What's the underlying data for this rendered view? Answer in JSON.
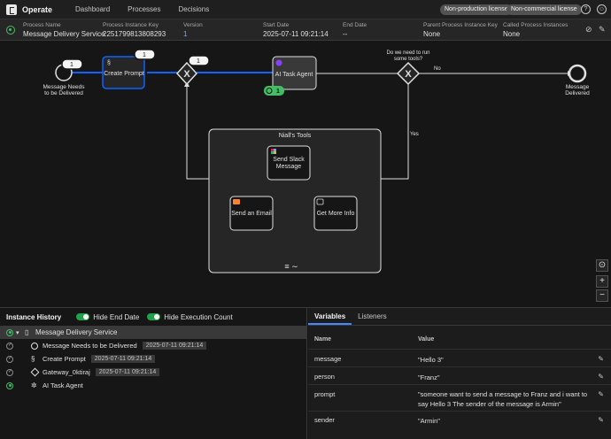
{
  "app": {
    "name": "Operate"
  },
  "nav": [
    "Dashboard",
    "Processes",
    "Decisions"
  ],
  "licenses": [
    "Non-production license",
    "Non-commercial license"
  ],
  "header_icons": [
    "help-icon",
    "user-icon"
  ],
  "instance": {
    "process_name_label": "Process Name",
    "process_name": "Message Delivery Service",
    "key_label": "Process Instance Key",
    "key": "2251799813808293",
    "version_label": "Version",
    "version": "1",
    "start_label": "Start Date",
    "start": "2025-07-11 09:21:14",
    "end_label": "End Date",
    "end": "--",
    "parent_label": "Parent Process Instance Key",
    "parent": "None",
    "called_label": "Called Process Instances",
    "called": "None"
  },
  "diagram": {
    "start_event_label": "Message Needs to be Delivered",
    "start_label_line1": "Message Needs",
    "start_label_line2": "to be Delivered",
    "task_prompt": "Create Prompt",
    "agent": "AI Task Agent",
    "gateway_question_line1": "Do we need to run",
    "gateway_question_line2": "some tools?",
    "no_label": "No",
    "yes_label": "Yes",
    "end_label_line1": "Message",
    "end_label_line2": "Delivered",
    "subprocess_title": "Niall's Tools",
    "tool_slack_line1": "Send Slack",
    "tool_slack_line2": "Message",
    "tool_email": "Send an Email",
    "tool_info": "Get More Info",
    "badge_start": "1",
    "badge_prompt": "1",
    "badge_gateway": "1",
    "badge_agent_active": "1",
    "subprocess_marker": "≡ ∼"
  },
  "zoom_controls": [
    "⊙",
    "+",
    "−"
  ],
  "history": {
    "title": "Instance History",
    "toggle_end": "Hide End Date",
    "toggle_exec": "Hide Execution Count",
    "root": "Message Delivery Service",
    "items": [
      {
        "label": "Message Needs to be Delivered",
        "time": "2025-07-11 09:21:14"
      },
      {
        "label": "Create Prompt",
        "time": "2025-07-11 09:21:14"
      },
      {
        "label": "Gateway_0ktiraj",
        "time": "2025-07-11 09:21:14"
      },
      {
        "label": "AI Task Agent",
        "time": ""
      }
    ]
  },
  "variables": {
    "tabs": [
      "Variables",
      "Listeners"
    ],
    "col_name": "Name",
    "col_value": "Value",
    "rows": [
      {
        "name": "message",
        "value": "\"Hello 3\""
      },
      {
        "name": "person",
        "value": "\"Franz\""
      },
      {
        "name": "prompt",
        "value": "\"someone want to send a message to Franz and i want to say Hello 3 The sender of the message is Armin\""
      },
      {
        "name": "sender",
        "value": "\"Armin\""
      }
    ]
  },
  "colors": {
    "accent": "#0f62fe",
    "active": "#42be65",
    "flow_active": "#0f62fe"
  }
}
